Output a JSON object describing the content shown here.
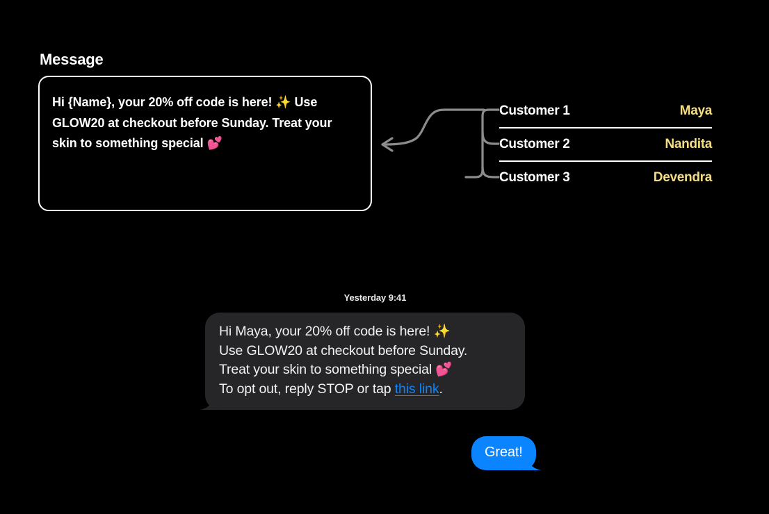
{
  "panel": {
    "title": "Message",
    "template_text": "Hi {Name}, your 20% off code is here! ✨ Use GLOW20 at checkout before Sunday. Treat your skin to something special 💕"
  },
  "customers": {
    "rows": [
      {
        "label": "Customer 1",
        "value": "Maya"
      },
      {
        "label": "Customer 2",
        "value": "Nandita"
      },
      {
        "label": "Customer 3",
        "value": "Devendra"
      }
    ]
  },
  "conversation": {
    "timestamp": "Yesterday 9:41",
    "received": {
      "text_before_link": "Hi Maya, your 20% off code is here! ✨\nUse GLOW20 at checkout before Sunday.\nTreat your skin to something special 💕\nTo opt out, reply STOP or tap ",
      "link_text": "this link",
      "text_after_link": "."
    },
    "sent": {
      "text": "Great!"
    }
  },
  "colors": {
    "background": "#000000",
    "accent_yellow": "#f5dd82",
    "bubble_received": "#262629",
    "bubble_sent": "#0a84ff",
    "link": "#0a84ff",
    "connector": "#8c8c8c",
    "border": "#ffffff"
  }
}
